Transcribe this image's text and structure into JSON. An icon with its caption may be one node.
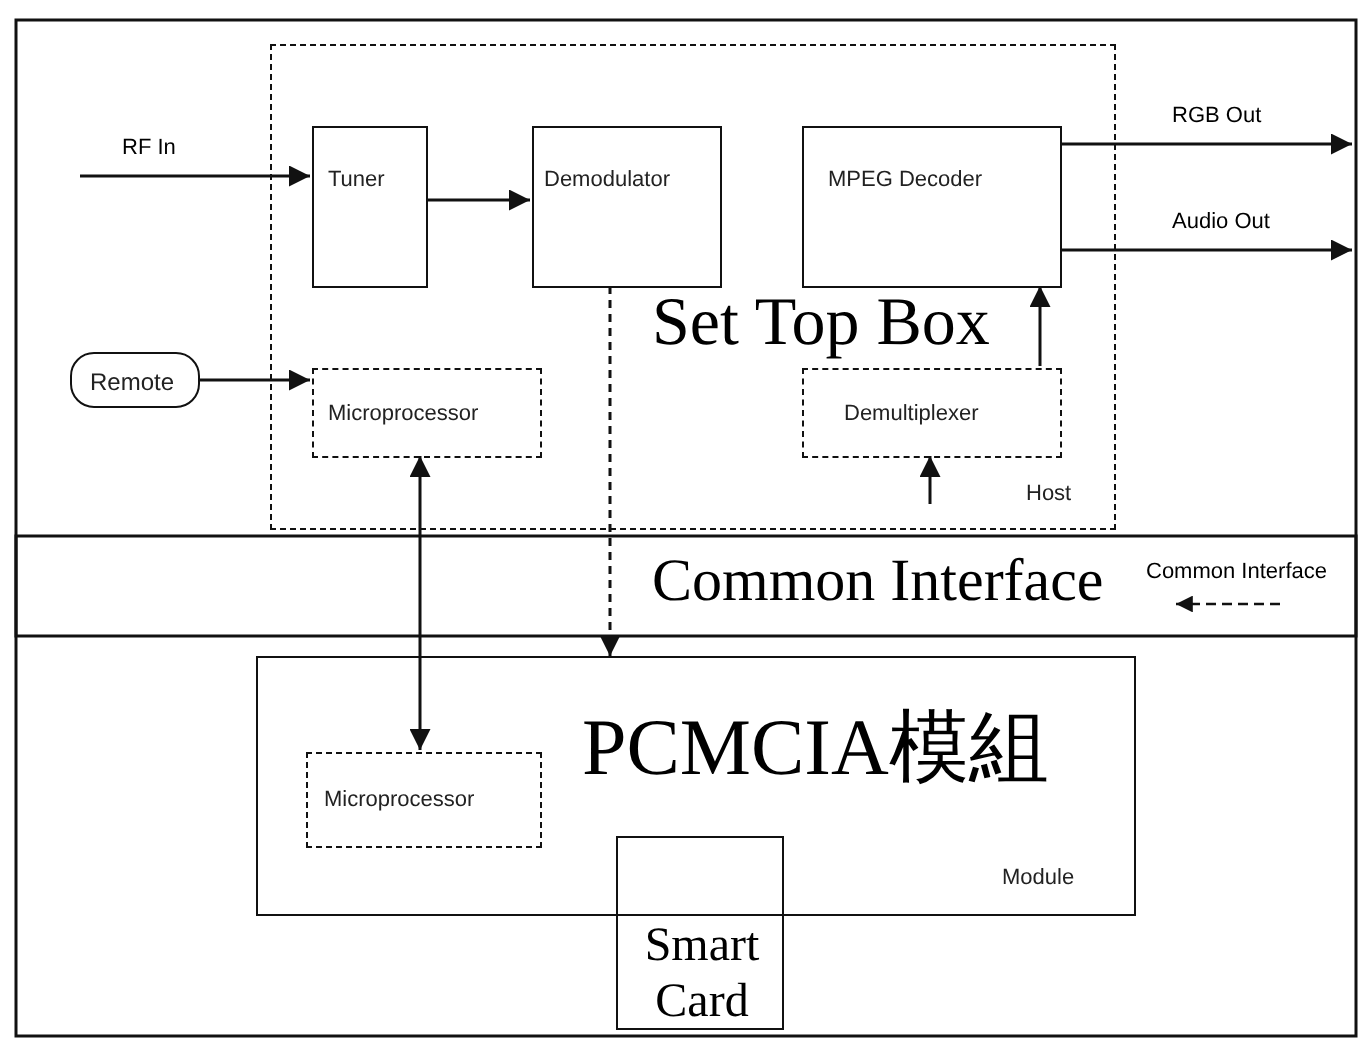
{
  "diagram": {
    "nodes": [
      {
        "text": [
          "Set Top Box",
          "Host"
        ]
      },
      {
        "text": [
          "Tuner"
        ],
        "in": 0
      },
      {
        "text": [
          "Demodulator"
        ],
        "in": 0
      },
      {
        "text": [
          "MPEG Decoder"
        ],
        "in": 0
      },
      {
        "text": [
          "Microprocessor"
        ],
        "in": 0
      },
      {
        "text": [
          "Demultiplexer"
        ],
        "in": 0
      },
      {
        "text": [
          "Remote"
        ]
      },
      {
        "text": [
          "PCMCIA模組",
          "Module"
        ]
      },
      {
        "text": [
          "Microprocessor"
        ],
        "in": 7
      },
      {
        "text": [
          "Smart Card"
        ]
      }
    ],
    "edges": [
      {
        "from": null,
        "to": 1,
        "arrow": "to",
        "label": "RF In"
      },
      {
        "from": 1,
        "to": 2,
        "arrow": "to"
      },
      {
        "from": 6,
        "to": 4,
        "arrow": "to"
      },
      {
        "from": 3,
        "to": null,
        "arrow": "to",
        "label": "RGB Out"
      },
      {
        "from": 3,
        "to": null,
        "arrow": "to",
        "label": "Audio Out"
      },
      {
        "from": 4,
        "to": 8,
        "arrow": "both"
      },
      {
        "from": 5,
        "to": 3,
        "arrow": "to"
      },
      {
        "from": null,
        "to": 5,
        "arrow": "to"
      },
      {
        "from": 2,
        "to": 7,
        "arrow": "to",
        "style": "dashed"
      }
    ],
    "labels": [
      "Common Interface",
      "Common Interface"
    ]
  }
}
